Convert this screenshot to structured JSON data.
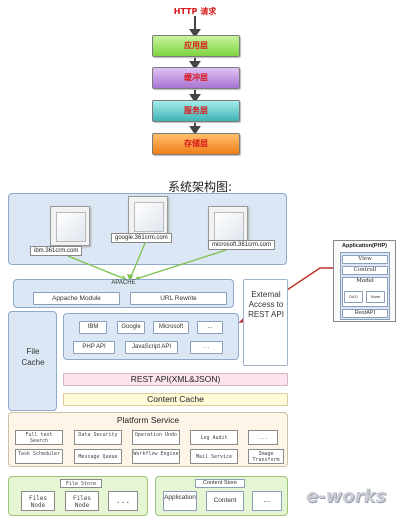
{
  "flow": {
    "title": "HTTP 请求",
    "layers": [
      "应用层",
      "缓冲层",
      "服务层",
      "存储层"
    ]
  },
  "heading": "系统架构图:",
  "servers": [
    "ibm.361crm.com",
    "google.361crm.com",
    "microsoft.361crm.com"
  ],
  "apache": {
    "title": "APACHE",
    "modules": [
      "Appache Module",
      "URL Rewrite"
    ]
  },
  "external_access": "External Access to REST API",
  "application": {
    "title": "Application(PHP)",
    "items": [
      "View",
      "Controll",
      "Model"
    ],
    "model_parts": [
      "DAO",
      "None"
    ],
    "rest": "RestAPI"
  },
  "file_cache": "File Cache",
  "api_panel": {
    "row1": [
      "IBM",
      "Google",
      "Microsoft",
      "..."
    ],
    "row2": [
      "PHP API",
      "JavaScript API",
      ". ."
    ]
  },
  "rest_api": "REST API(XML&JSON)",
  "content_cache": "Content Cache",
  "platform": {
    "title": "Platform Service",
    "row1": [
      "Full text Search",
      "Data Security",
      "Operation Undo",
      "Log Audit",
      "..."
    ],
    "row2": [
      "Task Scheduler",
      "Message Queue",
      "Workflow Engine",
      "Mail Service",
      "Image Transform"
    ]
  },
  "file_store": {
    "title": "File Store",
    "nodes": [
      "Files Node",
      "Files Node",
      "..."
    ]
  },
  "content_store": {
    "title": "Content Store",
    "items": [
      "Application",
      "Content",
      "..."
    ]
  },
  "watermark": "e-works",
  "colors": {
    "flow_text": "#d8181b",
    "arrow_green": "#7dc24a",
    "arrow_red": "#c0302a",
    "panel_blue": "#dbe7f5",
    "rest_pink": "#fbe4ee",
    "content_yellow": "#fffbd8"
  }
}
